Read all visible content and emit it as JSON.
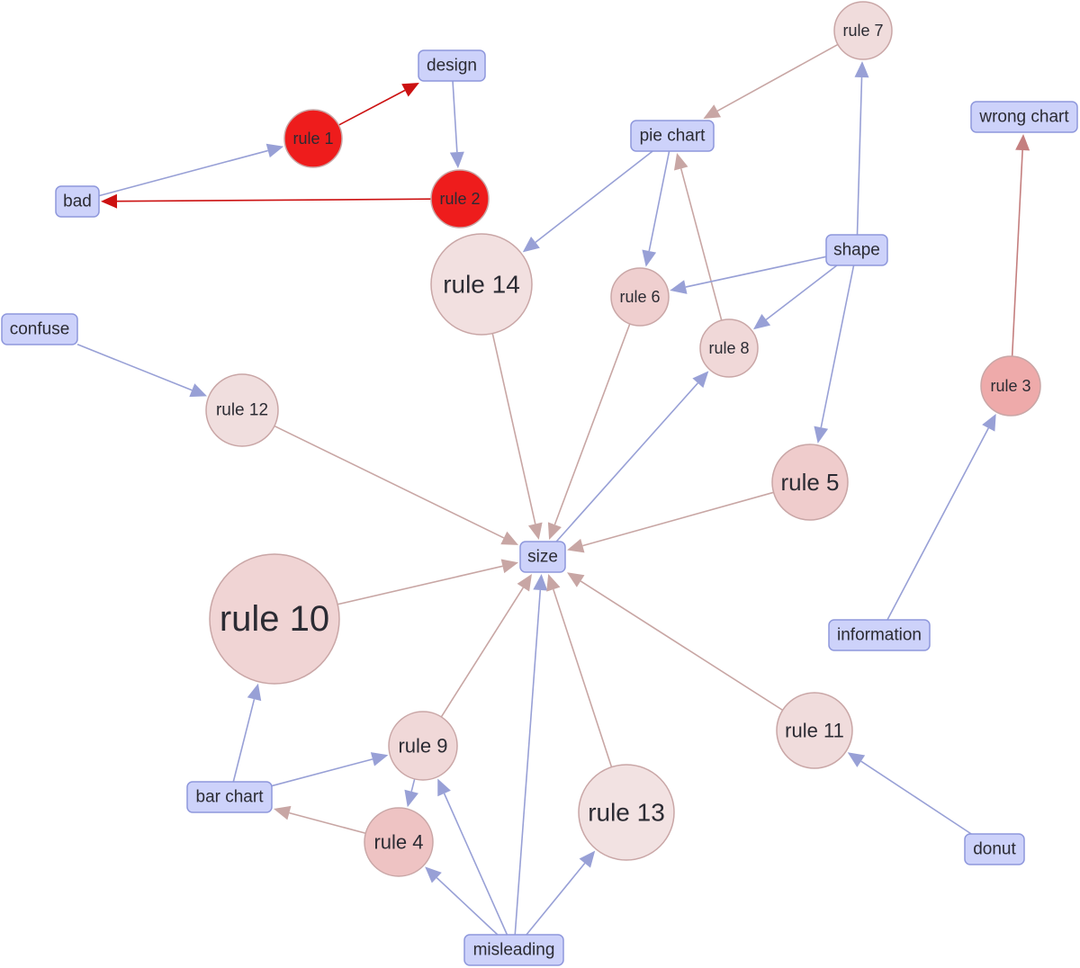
{
  "graph": {
    "items": [
      {
        "id": "design",
        "label": "design"
      },
      {
        "id": "bad",
        "label": "bad"
      },
      {
        "id": "pie_chart",
        "label": "pie chart"
      },
      {
        "id": "wrong_chart",
        "label": "wrong chart"
      },
      {
        "id": "shape",
        "label": "shape"
      },
      {
        "id": "confuse",
        "label": "confuse"
      },
      {
        "id": "size",
        "label": "size"
      },
      {
        "id": "information",
        "label": "information"
      },
      {
        "id": "bar_chart",
        "label": "bar chart"
      },
      {
        "id": "donut",
        "label": "donut"
      },
      {
        "id": "misleading",
        "label": "misleading"
      }
    ],
    "rules": [
      {
        "id": "rule1",
        "label": "rule 1",
        "color": "#ee1c1c"
      },
      {
        "id": "rule2",
        "label": "rule 2",
        "color": "#ee1c1c"
      },
      {
        "id": "rule3",
        "label": "rule 3",
        "color": "#eeaaaa"
      },
      {
        "id": "rule4",
        "label": "rule 4",
        "color": "#eec3c3"
      },
      {
        "id": "rule5",
        "label": "rule 5",
        "color": "#efcccc"
      },
      {
        "id": "rule6",
        "label": "rule 6",
        "color": "#efcfcf"
      },
      {
        "id": "rule7",
        "label": "rule 7",
        "color": "#f0dcdc"
      },
      {
        "id": "rule8",
        "label": "rule 8",
        "color": "#f0d8d8"
      },
      {
        "id": "rule9",
        "label": "rule 9",
        "color": "#f0d8d8"
      },
      {
        "id": "rule10",
        "label": "rule 10",
        "color": "#f0d4d4"
      },
      {
        "id": "rule11",
        "label": "rule 11",
        "color": "#f0dcdc"
      },
      {
        "id": "rule12",
        "label": "rule 12",
        "color": "#f0dede"
      },
      {
        "id": "rule13",
        "label": "rule 13",
        "color": "#f2e2e2"
      },
      {
        "id": "rule14",
        "label": "rule 14",
        "color": "#f2e0e0"
      }
    ],
    "edges": [
      {
        "from": "bad",
        "to": "rule1",
        "kind": "antecedent"
      },
      {
        "from": "rule1",
        "to": "design",
        "kind": "strong"
      },
      {
        "from": "design",
        "to": "rule2",
        "kind": "antecedent"
      },
      {
        "from": "rule2",
        "to": "bad",
        "kind": "strong"
      },
      {
        "from": "rule7",
        "to": "pie_chart",
        "kind": "consequent"
      },
      {
        "from": "shape",
        "to": "rule7",
        "kind": "antecedent"
      },
      {
        "from": "pie_chart",
        "to": "rule14",
        "kind": "antecedent"
      },
      {
        "from": "pie_chart",
        "to": "rule6",
        "kind": "antecedent"
      },
      {
        "from": "rule8",
        "to": "pie_chart",
        "kind": "consequent"
      },
      {
        "from": "shape",
        "to": "rule6",
        "kind": "antecedent"
      },
      {
        "from": "shape",
        "to": "rule8",
        "kind": "antecedent"
      },
      {
        "from": "shape",
        "to": "rule5",
        "kind": "antecedent"
      },
      {
        "from": "rule3",
        "to": "wrong_chart",
        "kind": "consequent_strong"
      },
      {
        "from": "information",
        "to": "rule3",
        "kind": "antecedent"
      },
      {
        "from": "confuse",
        "to": "rule12",
        "kind": "antecedent"
      },
      {
        "from": "rule12",
        "to": "size",
        "kind": "consequent"
      },
      {
        "from": "rule14",
        "to": "size",
        "kind": "consequent"
      },
      {
        "from": "rule6",
        "to": "size",
        "kind": "consequent"
      },
      {
        "from": "size",
        "to": "rule8",
        "kind": "antecedent"
      },
      {
        "from": "rule5",
        "to": "size",
        "kind": "consequent"
      },
      {
        "from": "rule10",
        "to": "size",
        "kind": "consequent"
      },
      {
        "from": "rule9",
        "to": "size",
        "kind": "consequent"
      },
      {
        "from": "misleading",
        "to": "size",
        "kind": "antecedent"
      },
      {
        "from": "rule13",
        "to": "size",
        "kind": "consequent"
      },
      {
        "from": "rule11",
        "to": "size",
        "kind": "consequent"
      },
      {
        "from": "bar_chart",
        "to": "rule10",
        "kind": "antecedent"
      },
      {
        "from": "bar_chart",
        "to": "rule9",
        "kind": "antecedent"
      },
      {
        "from": "rule9",
        "to": "rule4",
        "kind": "antecedent"
      },
      {
        "from": "rule4",
        "to": "bar_chart",
        "kind": "consequent"
      },
      {
        "from": "misleading",
        "to": "rule4",
        "kind": "antecedent"
      },
      {
        "from": "misleading",
        "to": "rule9",
        "kind": "antecedent"
      },
      {
        "from": "misleading",
        "to": "rule13",
        "kind": "antecedent"
      },
      {
        "from": "donut",
        "to": "rule11",
        "kind": "antecedent"
      }
    ],
    "edge_colors": {
      "antecedent": "#98a0d6",
      "consequent": "#c8a6a4",
      "consequent_strong": "#c47f7f",
      "strong": "#cc1111"
    }
  }
}
